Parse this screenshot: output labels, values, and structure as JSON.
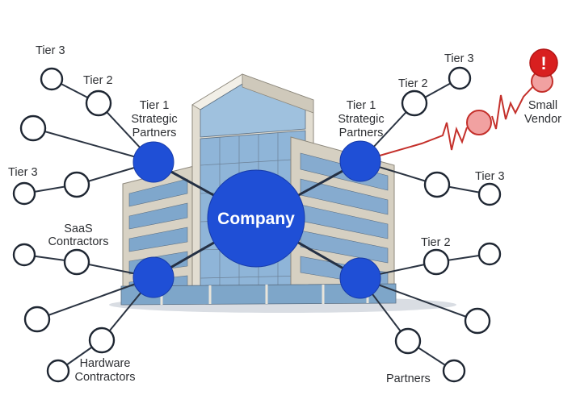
{
  "diagram": {
    "center_label": "Company",
    "labels": {
      "tier3_top_left": "Tier 3",
      "tier2_top_left": "Tier 2",
      "tier1_left_line1": "Tier 1",
      "tier1_left_line2": "Strategic",
      "tier1_left_line3": "Partners",
      "tier3_mid_left": "Tier 3",
      "saas_line1": "SaaS",
      "saas_line2": "Contractors",
      "hardware_line1": "Hardware",
      "hardware_line2": "Contractors",
      "tier1_right_line1": "Tier 1",
      "tier1_right_line2": "Strategic",
      "tier1_right_line3": "Partners",
      "tier2_top_right": "Tier 2",
      "tier3_top_right": "Tier 3",
      "small_vendor_line1": "Small",
      "small_vendor_line2": "Vendor",
      "tier3_mid_right": "Tier 3",
      "tier2_bottom_right": "Tier 2",
      "partners_bottom_right": "Partners"
    },
    "alert": {
      "symbol": "!",
      "color": "#d81f1f"
    },
    "colors": {
      "hub": "#1f4fd6",
      "leaf_stroke": "#1f2733",
      "risk_line": "#c4302b",
      "risk_node": "#f1a1a1"
    }
  }
}
